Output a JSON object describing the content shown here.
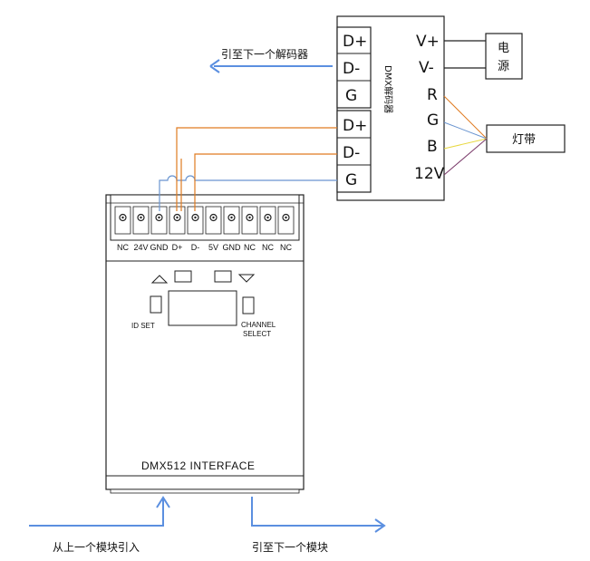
{
  "decoder": {
    "title": "DMX解码器",
    "left_upper": [
      "D+",
      "D-",
      "G"
    ],
    "left_lower": [
      "D+",
      "D-",
      "G"
    ],
    "right": [
      "V+",
      "V-",
      "R",
      "G",
      "B",
      "12V"
    ]
  },
  "power": {
    "label_line1": "电",
    "label_line2": "源"
  },
  "led_strip": {
    "label": "灯带"
  },
  "to_next_decoder": "引至下一个解码器",
  "module": {
    "terminals": [
      "NC",
      "24V",
      "GND",
      "D+",
      "D-",
      "5V",
      "GND",
      "NC",
      "NC",
      "NC"
    ],
    "id_set": "ID SET",
    "channel_select_line1": "CHANNEL",
    "channel_select_line2": "SELECT",
    "interface_label": "DMX512 INTERFACE"
  },
  "from_prev_module": "从上一个模块引入",
  "to_next_module": "引至下一个模块",
  "colors": {
    "arrow_blue": "#5b8fe0",
    "wire_orange": "#e07b20",
    "wire_blue": "#6a95d0",
    "wire_yellow": "#e8d840",
    "wire_purple": "#7a3a6a"
  }
}
